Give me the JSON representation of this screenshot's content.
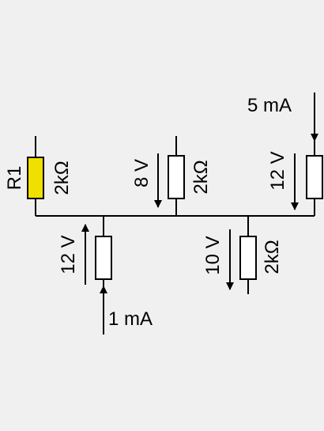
{
  "colors": {
    "background": "#f0f0f0",
    "highlighted_resistor": "#f0e000",
    "resistor_fill": "#ffffff",
    "line": "#000000"
  },
  "resistors": {
    "r1": {
      "name": "R1",
      "value": "2kΩ",
      "highlighted": true
    },
    "top_middle": {
      "value": "2kΩ",
      "voltage": "8 V"
    },
    "top_right": {
      "voltage": "12 V",
      "current": "5 mA"
    },
    "bottom_left": {
      "voltage": "12 V",
      "current": "1 mA"
    },
    "bottom_right": {
      "value": "2kΩ",
      "voltage": "10 V"
    }
  }
}
